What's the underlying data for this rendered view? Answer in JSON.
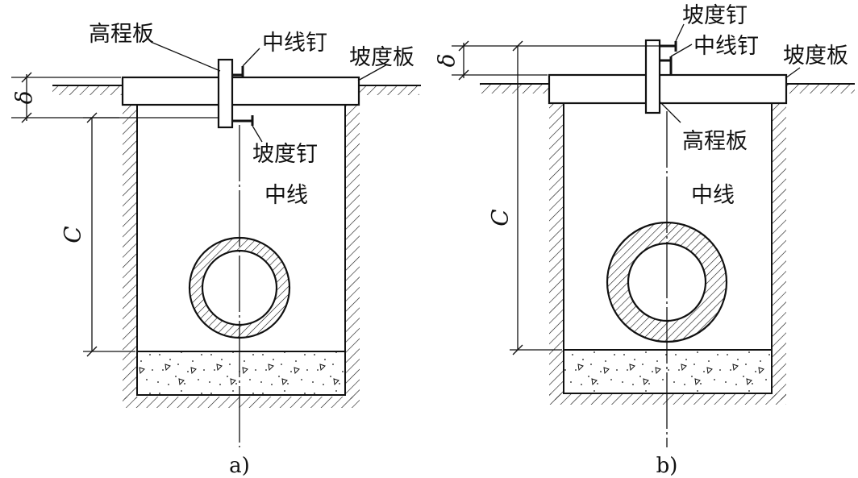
{
  "panels": [
    {
      "id": "a",
      "caption": "a)",
      "labels": {
        "elevation_board": "高程板",
        "centerline_nail": "中线钉",
        "slope_board": "坡度板",
        "slope_nail": "坡度钉",
        "centerline": "中线",
        "dim_delta": "δ",
        "dim_c": "C"
      }
    },
    {
      "id": "b",
      "caption": "b)",
      "labels": {
        "slope_nail": "坡度钉",
        "centerline_nail": "中线钉",
        "slope_board": "坡度板",
        "elevation_board": "高程板",
        "centerline": "中线",
        "dim_delta": "δ",
        "dim_c": "C"
      }
    }
  ]
}
